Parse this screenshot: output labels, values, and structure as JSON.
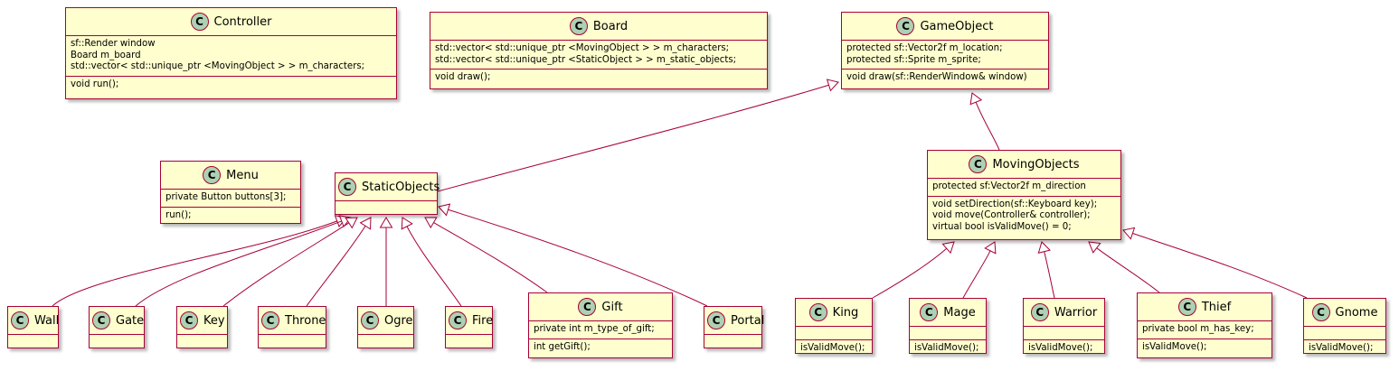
{
  "colors": {
    "class_fill": "#FEFECE",
    "class_border": "#A80036",
    "badge_fill": "#ADD1B2",
    "edge": "#A80036"
  },
  "badge_letter": "C",
  "classes": {
    "controller": {
      "name": "Controller",
      "attributes": [
        "sf::Render window",
        "Board m_board",
        "std::vector< std::unique_ptr <MovingObject > > m_characters;"
      ],
      "methods": [
        "void run();"
      ]
    },
    "board": {
      "name": "Board",
      "attributes": [
        "std::vector< std::unique_ptr <MovingObject > > m_characters;",
        "std::vector< std::unique_ptr <StaticObject > > m_static_objects;"
      ],
      "methods": [
        "void draw();"
      ]
    },
    "gameobject": {
      "name": "GameObject",
      "attributes": [
        "protected sf::Vector2f m_location;",
        "protected sf::Sprite m_sprite;"
      ],
      "methods": [
        "void draw(sf::RenderWindow& window)"
      ]
    },
    "menu": {
      "name": "Menu",
      "attributes": [
        "private Button buttons[3];"
      ],
      "methods": [
        "run();"
      ]
    },
    "staticobjects": {
      "name": "StaticObjects",
      "attributes": [],
      "methods": []
    },
    "movingobjects": {
      "name": "MovingObjects",
      "attributes": [
        "protected sf:Vector2f m_direction"
      ],
      "methods": [
        "void setDirection(sf::Keyboard key);",
        "void move(Controller& controller);",
        "virtual bool isValidMove() = 0;"
      ]
    },
    "wall": {
      "name": "Wall",
      "attributes": [],
      "methods": []
    },
    "gate": {
      "name": "Gate",
      "attributes": [],
      "methods": []
    },
    "key": {
      "name": "Key",
      "attributes": [],
      "methods": []
    },
    "throne": {
      "name": "Throne",
      "attributes": [],
      "methods": []
    },
    "ogre": {
      "name": "Ogre",
      "attributes": [],
      "methods": []
    },
    "fire": {
      "name": "Fire",
      "attributes": [],
      "methods": []
    },
    "gift": {
      "name": "Gift",
      "attributes": [
        "private int m_type_of_gift;"
      ],
      "methods": [
        "int getGift();"
      ]
    },
    "portal": {
      "name": "Portal",
      "attributes": [],
      "methods": []
    },
    "king": {
      "name": "King",
      "attributes": [],
      "methods": [
        "isValidMove();"
      ]
    },
    "mage": {
      "name": "Mage",
      "attributes": [],
      "methods": [
        "isValidMove();"
      ]
    },
    "warrior": {
      "name": "Warrior",
      "attributes": [],
      "methods": [
        "isValidMove();"
      ]
    },
    "thief": {
      "name": "Thief",
      "attributes": [
        "private bool m_has_key;"
      ],
      "methods": [
        "isValidMove();"
      ]
    },
    "gnome": {
      "name": "Gnome",
      "attributes": [],
      "methods": [
        "isValidMove();"
      ]
    }
  },
  "inheritance": [
    {
      "from": "staticobjects",
      "to": "gameobject"
    },
    {
      "from": "movingobjects",
      "to": "gameobject"
    },
    {
      "from": "wall",
      "to": "staticobjects"
    },
    {
      "from": "gate",
      "to": "staticobjects"
    },
    {
      "from": "key",
      "to": "staticobjects"
    },
    {
      "from": "throne",
      "to": "staticobjects"
    },
    {
      "from": "ogre",
      "to": "staticobjects"
    },
    {
      "from": "fire",
      "to": "staticobjects"
    },
    {
      "from": "gift",
      "to": "staticobjects"
    },
    {
      "from": "portal",
      "to": "staticobjects"
    },
    {
      "from": "king",
      "to": "movingobjects"
    },
    {
      "from": "mage",
      "to": "movingobjects"
    },
    {
      "from": "warrior",
      "to": "movingobjects"
    },
    {
      "from": "thief",
      "to": "movingobjects"
    },
    {
      "from": "gnome",
      "to": "movingobjects"
    }
  ]
}
